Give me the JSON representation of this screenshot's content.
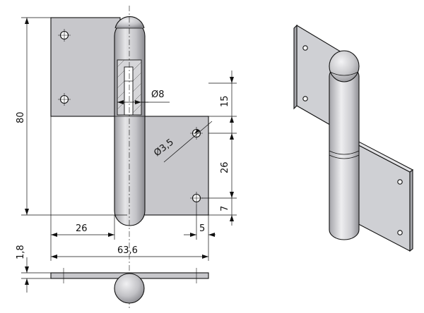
{
  "dimensions": {
    "height_total": "80",
    "offset_top": "15",
    "hole_spacing": "26",
    "offset_bottom": "7",
    "pin_diameter": "Ø8",
    "hole_diameter": "Ø3,5",
    "leaf_width": "26",
    "hole_edge": "5",
    "total_width": "63,6",
    "thickness": "1,8"
  },
  "colors": {
    "leaf_fill": "#c7c7cb",
    "barrel_fill": "#bdbdc1",
    "iso_leaf": "#cfd0d4",
    "iso_leaf_dark": "#a7a8ad",
    "iso_barrel": "#d9d9dc"
  }
}
